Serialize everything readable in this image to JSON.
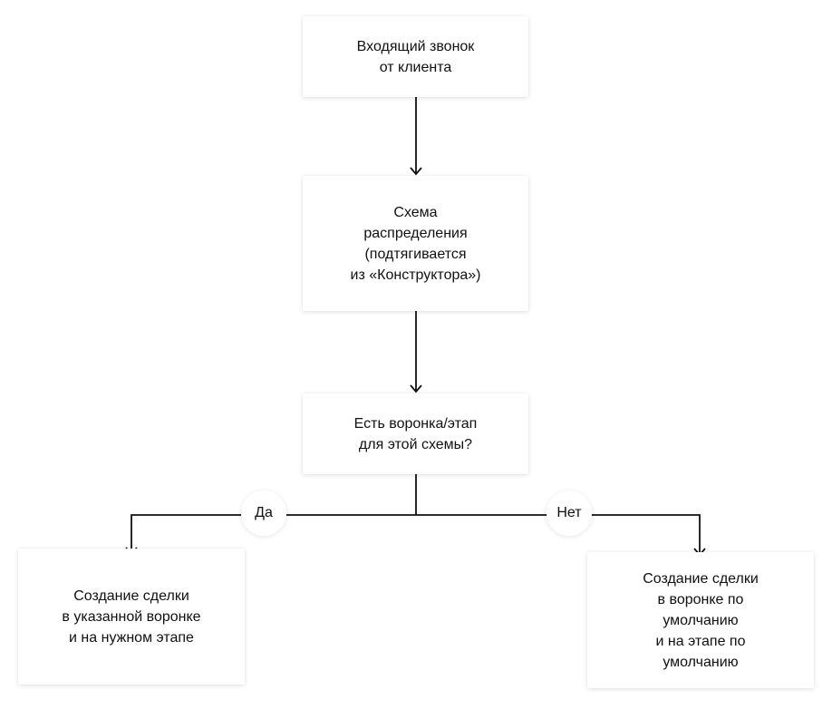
{
  "diagram": {
    "nodes": {
      "incoming_call": "Входящий звонок\nот клиента",
      "distribution_scheme": "Схема\nраспределения\n(подтягивается\nиз «Конструктора»)",
      "check_funnel": "Есть воронка/этап\nдля этой схемы?",
      "create_in_specified": "Создание сделки\nв указанной воронке\nи на нужном этапе",
      "create_default": "Создание сделки\nв воронке по\nумолчанию\nи на этапе по\nумолчанию"
    },
    "branches": {
      "yes": "Да",
      "no": "Нет"
    },
    "colors": {
      "line": "#111111",
      "node_background": "#ffffff"
    }
  }
}
